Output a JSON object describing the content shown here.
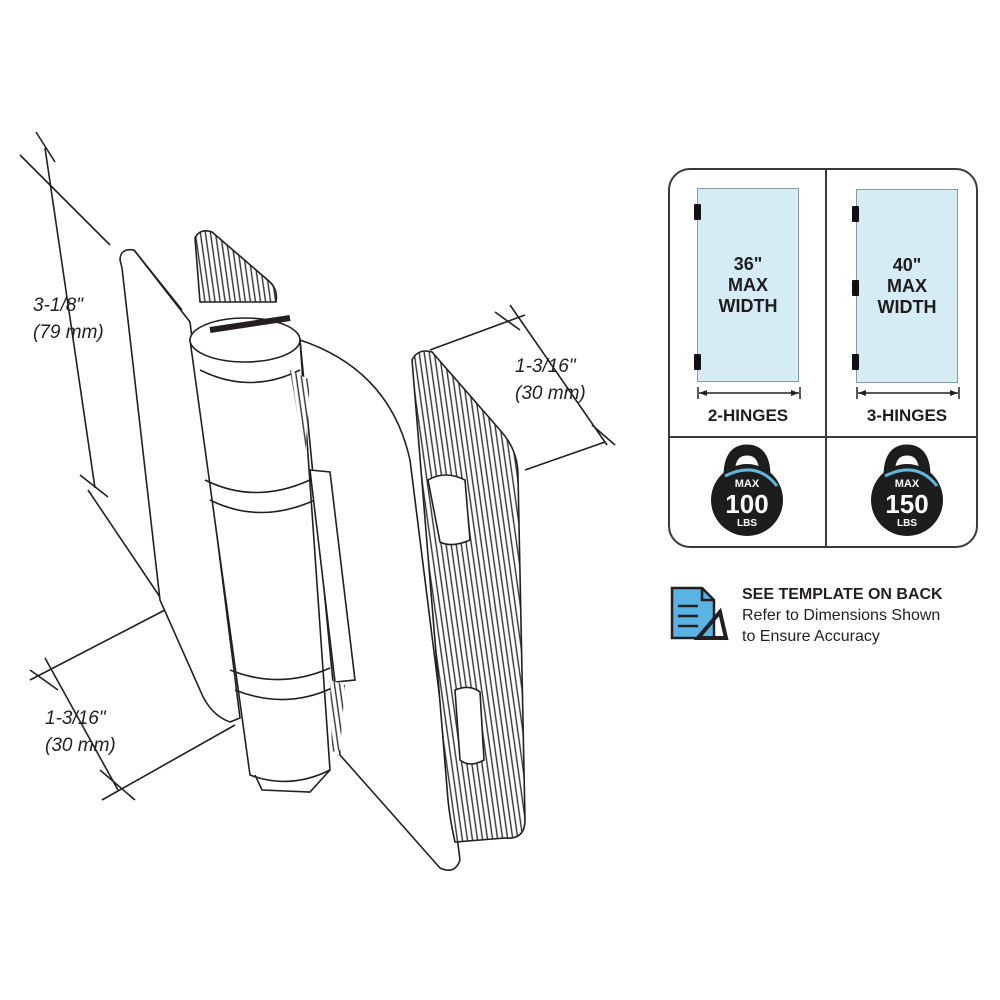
{
  "dimensions": {
    "height": {
      "imperial": "3-1/8\"",
      "metric": "(79 mm)"
    },
    "plate_depth": {
      "imperial": "1-3/16\"",
      "metric": "(30 mm)"
    },
    "plate_width": {
      "imperial": "1-3/16\"",
      "metric": "(30 mm)"
    }
  },
  "specs": {
    "two_hinge": {
      "width": "36\"",
      "max": "MAX",
      "width_label": "WIDTH",
      "hinges": "2-HINGES",
      "weight_max": "MAX",
      "weight_value": "100",
      "weight_unit": "LBS"
    },
    "three_hinge": {
      "width": "40\"",
      "max": "MAX",
      "width_label": "WIDTH",
      "hinges": "3-HINGES",
      "weight_max": "MAX",
      "weight_value": "150",
      "weight_unit": "LBS"
    }
  },
  "template_note": {
    "heading": "SEE TEMPLATE ON BACK",
    "line1": "Refer to Dimensions Shown",
    "line2": "to Ensure Accuracy"
  },
  "colors": {
    "glass": "#d6ecf5",
    "weight_arc": "#5fb8e0",
    "doc_icon": "#5ab3e3"
  }
}
